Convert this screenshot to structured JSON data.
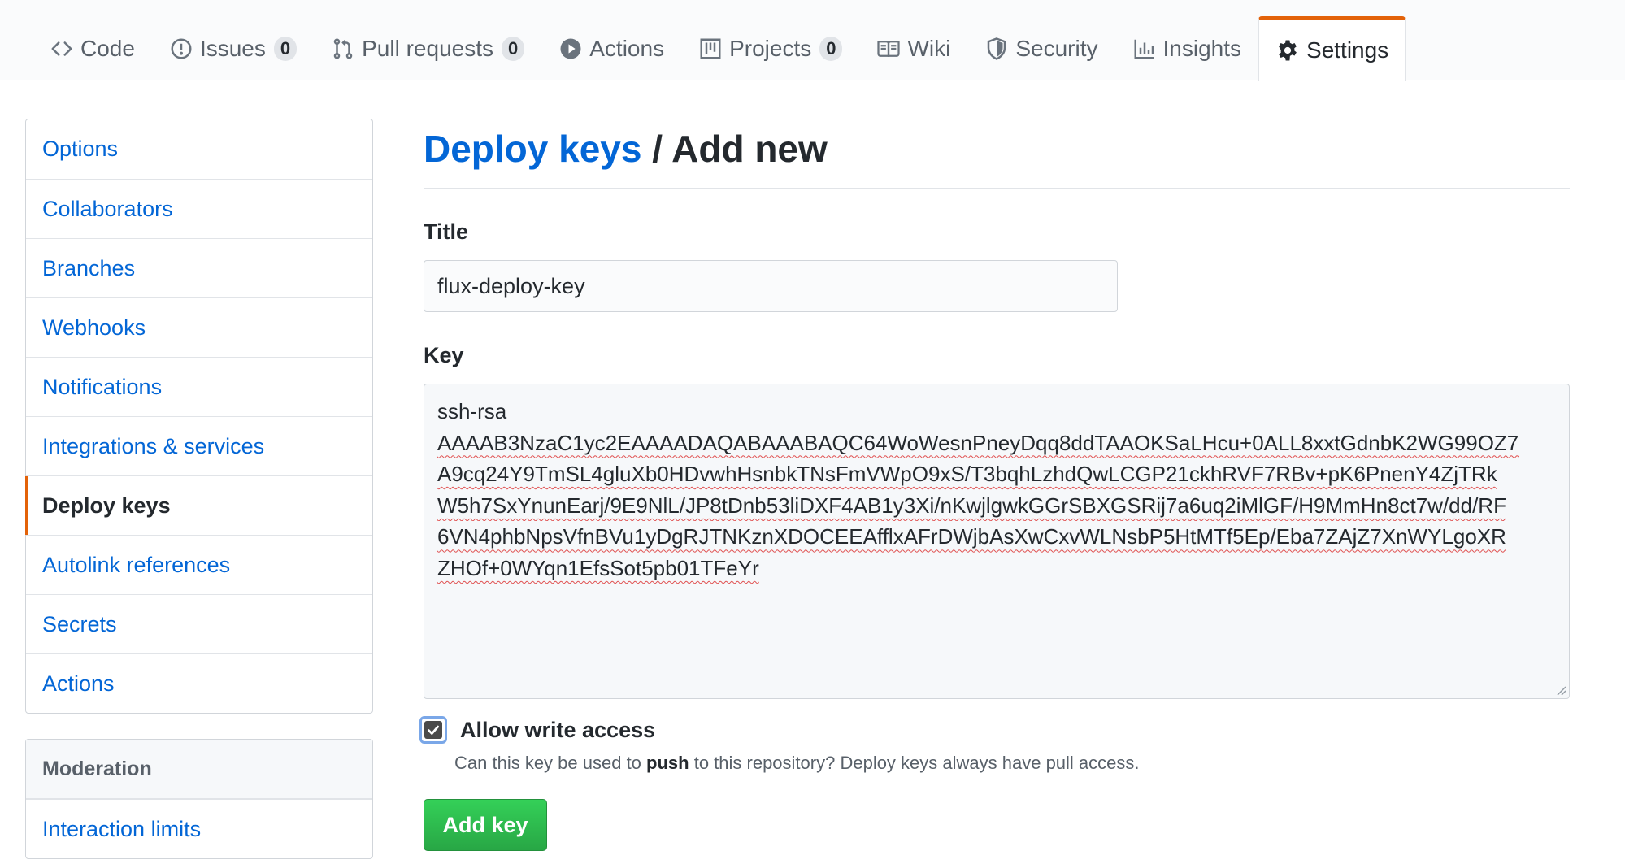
{
  "repo_nav": {
    "tabs": [
      {
        "label": "Code",
        "icon": "code-icon"
      },
      {
        "label": "Issues",
        "icon": "issue-icon",
        "count": "0"
      },
      {
        "label": "Pull requests",
        "icon": "pull-request-icon",
        "count": "0"
      },
      {
        "label": "Actions",
        "icon": "play-icon"
      },
      {
        "label": "Projects",
        "icon": "project-board-icon",
        "count": "0"
      },
      {
        "label": "Wiki",
        "icon": "book-icon"
      },
      {
        "label": "Security",
        "icon": "shield-icon"
      },
      {
        "label": "Insights",
        "icon": "graph-icon"
      },
      {
        "label": "Settings",
        "icon": "gear-icon",
        "selected": true
      }
    ],
    "accent_color": "#e36209"
  },
  "sidebar": {
    "items": [
      {
        "label": "Options"
      },
      {
        "label": "Collaborators"
      },
      {
        "label": "Branches"
      },
      {
        "label": "Webhooks"
      },
      {
        "label": "Notifications"
      },
      {
        "label": "Integrations & services"
      },
      {
        "label": "Deploy keys",
        "selected": true
      },
      {
        "label": "Autolink references"
      },
      {
        "label": "Secrets"
      },
      {
        "label": "Actions"
      }
    ],
    "moderation": {
      "heading": "Moderation",
      "items": [
        {
          "label": "Interaction limits"
        }
      ]
    }
  },
  "main": {
    "breadcrumb_link": "Deploy keys",
    "breadcrumb_separator": "/",
    "breadcrumb_current": "Add new",
    "title_label": "Title",
    "title_value": "flux-deploy-key",
    "key_label": "Key",
    "key_lines": [
      "ssh-rsa",
      "AAAAB3NzaC1yc2EAAAADAQABAAABAQC64WoWesnPneyDqq8ddTAAOKSaLHcu+0ALL8xxtGdnbK2WG99OZ7",
      "A9cq24Y9TmSL4gluXb0HDvwhHsnbkTNsFmVWpO9xS/T3bqhLzhdQwLCGP21ckhRVF7RBv+pK6PnenY4ZjTRk",
      "W5h7SxYnunEarj/9E9NlL/JP8tDnb53liDXF4AB1y3Xi/nKwjlgwkGGrSBXGSRij7a6uq2iMlGF/H9MmHn8ct7w/dd/RF",
      "6VN4phbNpsVfnBVu1yDgRJTNKznXDOCEEAfflxAFrDWjbAsXwCxvWLNsbP5HtMTf5Ep/Eba7ZAjZ7XnWYLgoXR",
      "ZHOf+0WYqn1EfsSot5pb01TFeYr"
    ],
    "allow_write_label": "Allow write access",
    "allow_write_checked": true,
    "help_before": "Can this key be used to ",
    "help_bold": "push",
    "help_after": " to this repository? Deploy keys always have pull access.",
    "submit_label": "Add key",
    "submit_color": "#28a745",
    "link_color": "#0366d6"
  }
}
